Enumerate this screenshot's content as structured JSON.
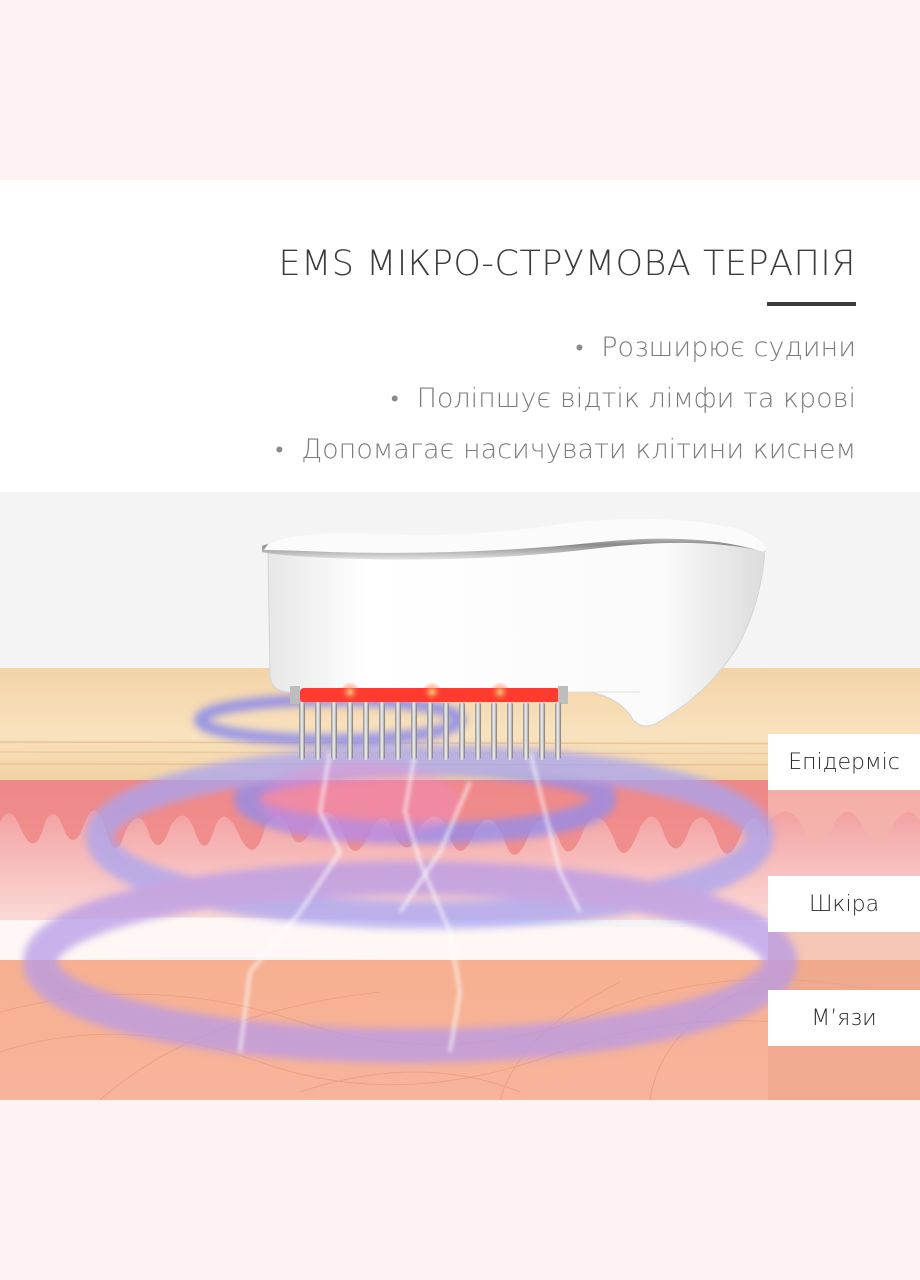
{
  "header": {
    "title": "EMS МІКРО-СТРУМОВА ТЕРАПІЯ"
  },
  "benefits": [
    {
      "bullet": "•",
      "text": "Розширює судини"
    },
    {
      "bullet": "•",
      "text": "Поліпшує відтік лімфи та крові"
    },
    {
      "bullet": "•",
      "text": "Допомагає насичувати клітини киснем"
    }
  ],
  "illustration": {
    "device": "ems-scalp-comb-device",
    "layers": [
      {
        "label": "Епідерміс",
        "color": "#f6d9b0"
      },
      {
        "label": "Шкіра",
        "color": "#f6b8b8"
      },
      {
        "label": "М’язи",
        "color": "#f3aa8c"
      }
    ],
    "led_color": "#ff3b2f",
    "wave_color": "#8f8cf0"
  },
  "colors": {
    "page_background": "#fdf3f2",
    "panel_background": "#ffffff",
    "title_color": "#3c3c3c",
    "bullet_color": "#7c7c7c"
  }
}
